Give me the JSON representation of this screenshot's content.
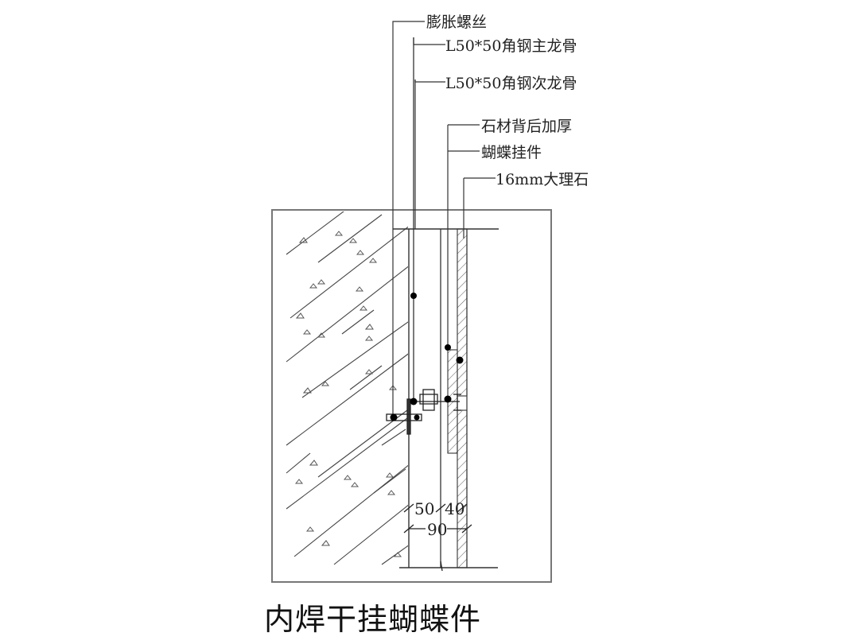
{
  "diagram": {
    "title": "内焊干挂蝴蝶件",
    "leaders": [
      {
        "id": "expansion-bolt",
        "label": "膨胀螺丝"
      },
      {
        "id": "main-keel",
        "label": "L50*50角钢主龙骨"
      },
      {
        "id": "secondary-keel",
        "label": "L50*50角钢次龙骨"
      },
      {
        "id": "stone-back-thickening",
        "label": "石材背后加厚"
      },
      {
        "id": "butterfly-hanger",
        "label": "蝴蝶挂件"
      },
      {
        "id": "marble",
        "label": "16mm大理石"
      }
    ],
    "dimensions": {
      "top_row": [
        "50",
        "40"
      ],
      "bottom_row": "90"
    },
    "colors": {
      "line": "#333333",
      "frame": "#777777",
      "background": "#ffffff",
      "node": "#000000"
    }
  }
}
